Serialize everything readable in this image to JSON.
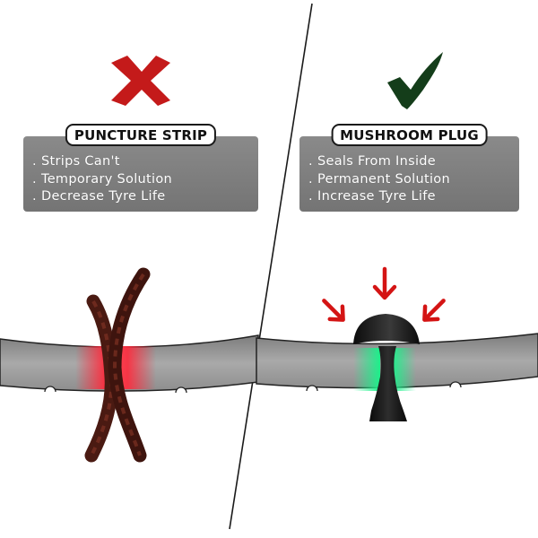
{
  "left": {
    "title": "PUNCTURE STRIP",
    "bullet": ".",
    "items": [
      "Strips Can't",
      "Temporary Solution",
      "Decrease Tyre Life"
    ],
    "mark": "cross-icon"
  },
  "right": {
    "title": "MUSHROOM PLUG",
    "bullet": ".",
    "items": [
      "Seals From Inside",
      "Permanent Solution",
      "Increase Tyre Life"
    ],
    "mark": "check-icon"
  },
  "colors": {
    "cross": "#c41a1a",
    "check": "#143d1a",
    "tyre": "#9a9a9a",
    "tyre_outline": "#222222",
    "strip": "#4a1a12",
    "plug": "#161616",
    "arrow": "#d41414",
    "glow_bad": "#ff2a3c",
    "glow_good": "#1cf08a"
  }
}
